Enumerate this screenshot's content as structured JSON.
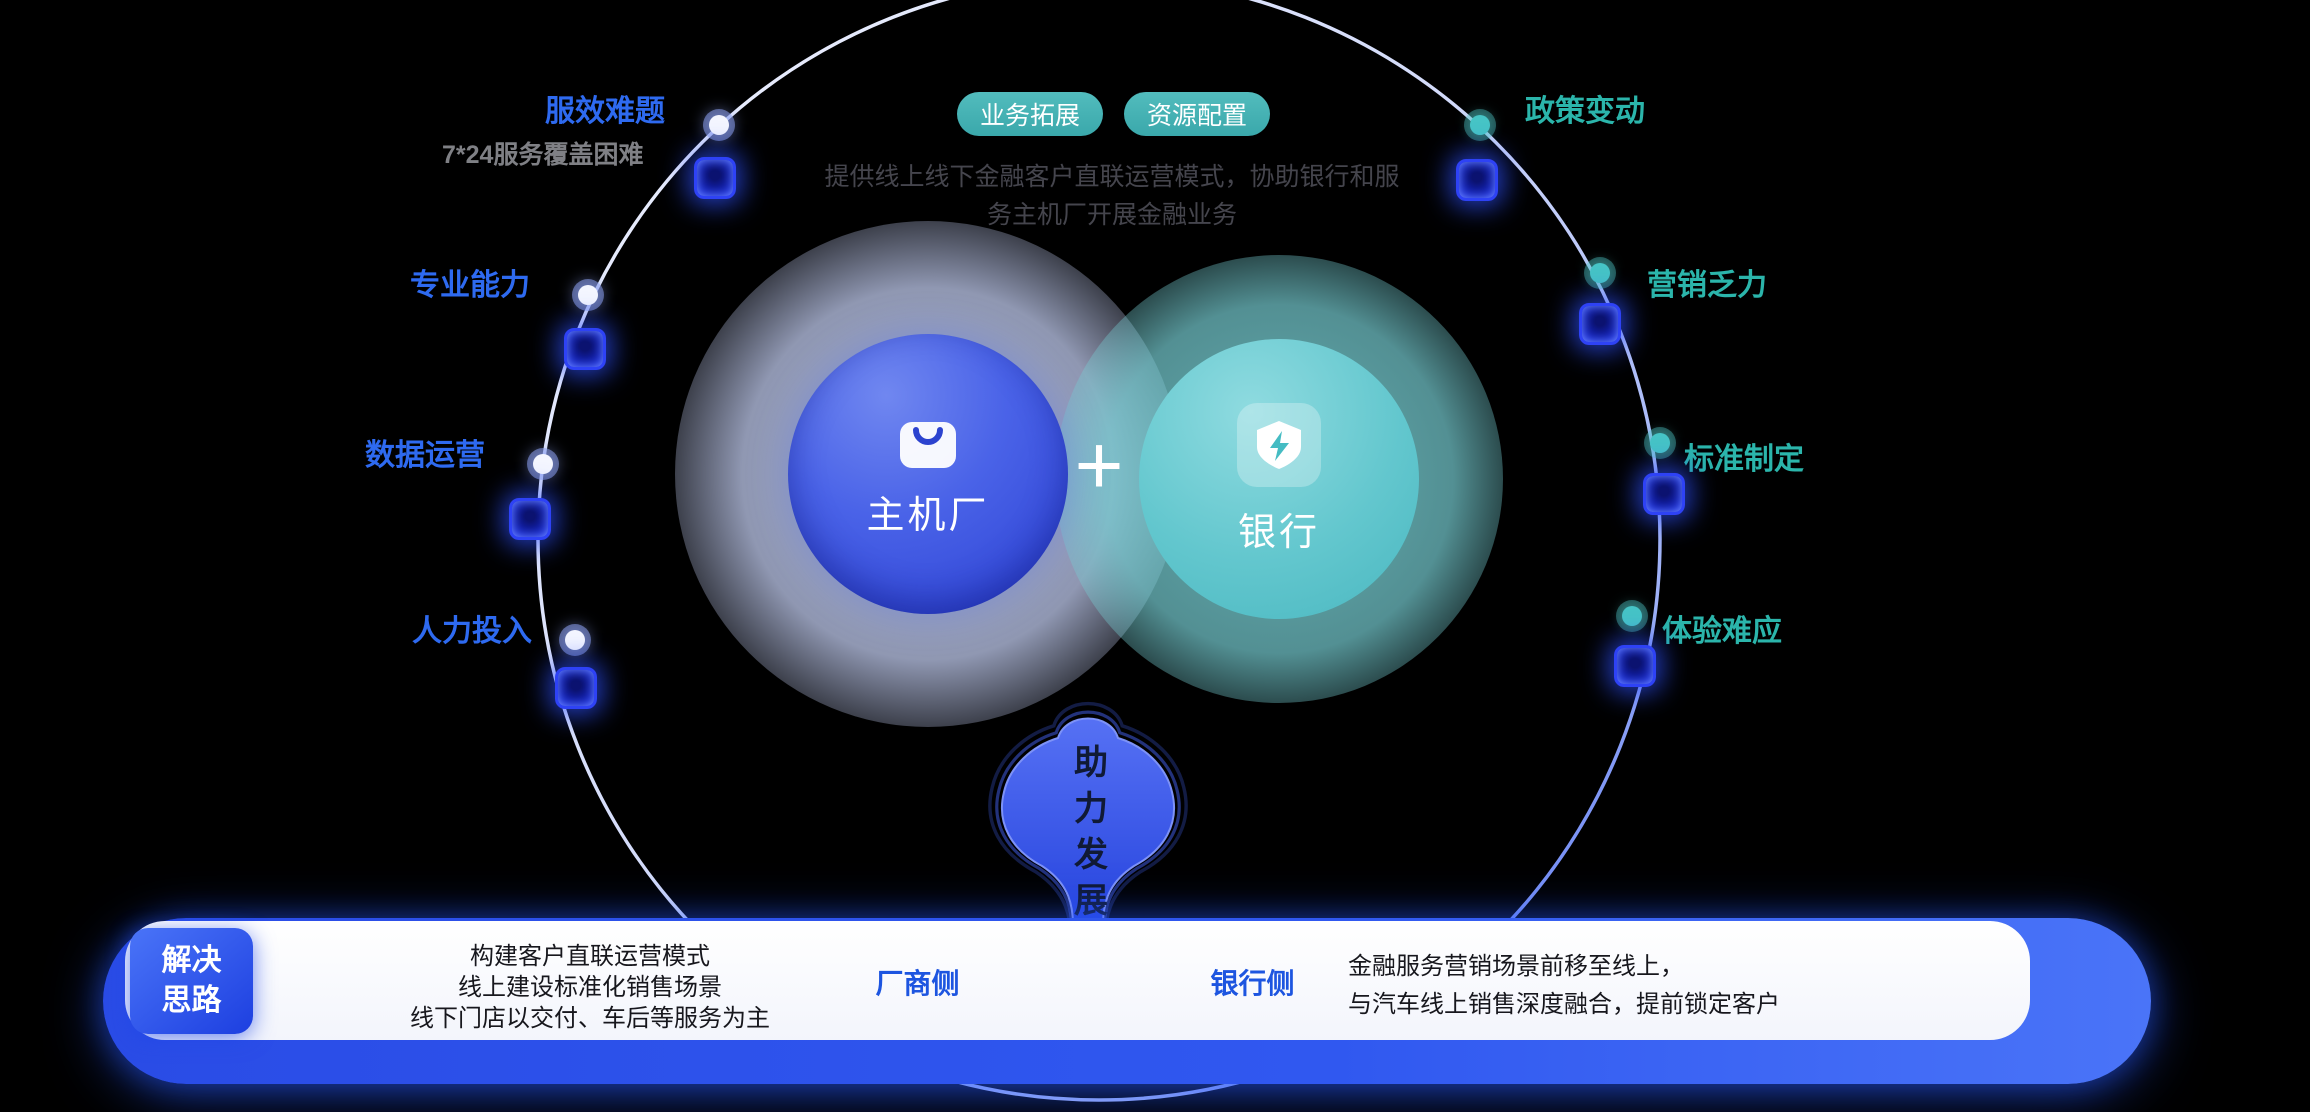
{
  "colors": {
    "background": "#000000",
    "blue_accent": "#2e6af0",
    "teal_accent": "#2bb5ab",
    "left_circle_blue": "#3a52de",
    "right_circle_teal": "#5cc5cc",
    "bar_blue": "#2d51ec",
    "pill_teal": "#43b0b3"
  },
  "header": {
    "badges": [
      {
        "label": "业务拓展"
      },
      {
        "label": "资源配置"
      }
    ],
    "description_lines": [
      "提供线上线下金融客户直联运营模式，协助银行和服",
      "务主机厂开展金融业务"
    ]
  },
  "venn": {
    "left_label": "主机厂",
    "right_label": "银行",
    "plus": "+"
  },
  "left_items": [
    {
      "label": "服效难题",
      "sub": "7*24服务覆盖困难"
    },
    {
      "label": "专业能力"
    },
    {
      "label": "数据运营"
    },
    {
      "label": "人力投入"
    }
  ],
  "right_items": [
    {
      "label": "政策变动"
    },
    {
      "label": "营销乏力"
    },
    {
      "label": "标准制定"
    },
    {
      "label": "体验难应"
    }
  ],
  "trunk": {
    "text": "助力发展"
  },
  "bottom": {
    "badge_lines": [
      "解决",
      "思路"
    ],
    "left_points": [
      "构建客户直联运营模式",
      "线上建设标准化销售场景",
      "线下门店以交付、车后等服务为主"
    ],
    "left_side_label": "厂商侧",
    "right_side_label": "银行侧",
    "right_points": [
      "金融服务营销场景前移至线上，",
      "与汽车线上销售深度融合，提前锁定客户"
    ]
  }
}
